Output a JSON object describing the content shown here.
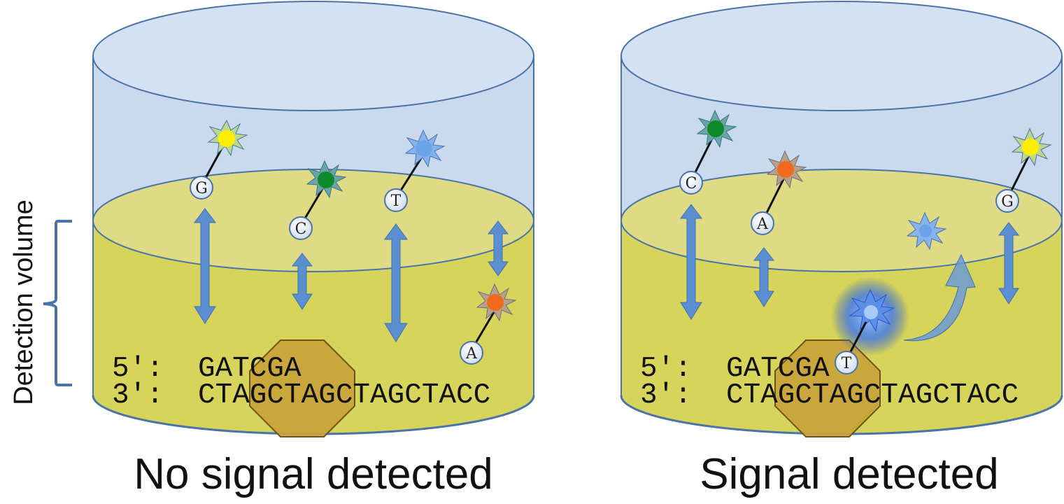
{
  "y_axis_label": "Detection volume",
  "panels": [
    {
      "caption": "No signal detected",
      "strand_5_label": "5′:",
      "strand_5_seq": "GATCGA",
      "strand_3_label": "3′:",
      "strand_3_seq": "CTAGCTAGCTAGCTACC",
      "nucleotides": [
        "G",
        "C",
        "T",
        "A"
      ]
    },
    {
      "caption": "Signal detected",
      "strand_5_label": "5′:",
      "strand_5_seq": "GATCGA",
      "strand_3_label": "3′:",
      "strand_3_seq": "CTAGCTAGCTAGCTACC",
      "nucleotides": [
        "C",
        "A",
        "G",
        "T"
      ]
    }
  ],
  "colors": {
    "well_blue": "#c9d9ee",
    "well_outline": "#4a73a8",
    "liquid": "#d6d45a",
    "liquid_surface": "#dedb84",
    "polymerase": "#c9a33a",
    "arrow": "#5b8fd1",
    "dye_yellow": "#ffee00",
    "dye_green": "#0f8a2a",
    "dye_blue": "#6aa3e8",
    "dye_orange": "#f26a1b"
  }
}
